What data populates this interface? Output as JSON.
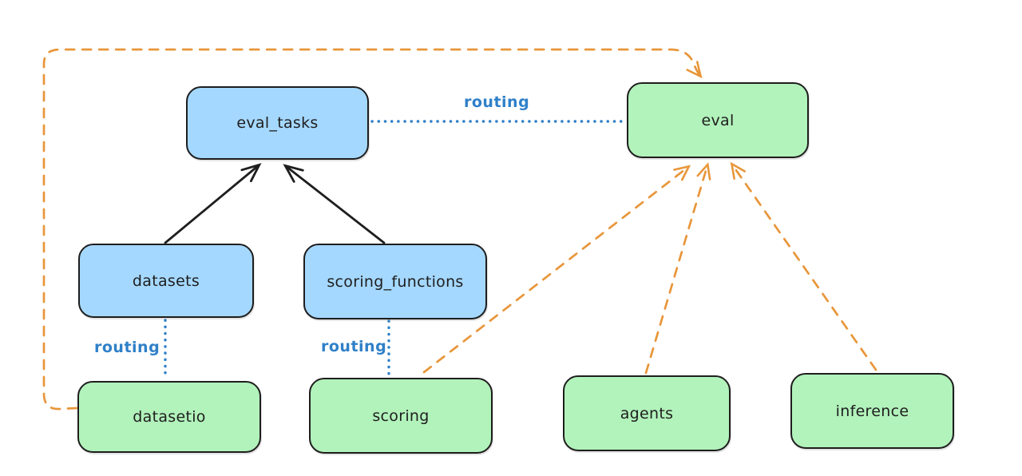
{
  "colors": {
    "canvas_bg": "#ffffff",
    "node_stroke": "#1e1e1e",
    "node_blue_fill": "#a5d8ff",
    "node_green_fill": "#b2f2bb",
    "routing_blue": "#2f80c8",
    "edge_orange": "#e8963a",
    "edge_black": "#1e1e1e"
  },
  "diagram": {
    "nodes": {
      "eval_tasks": {
        "label": "eval_tasks",
        "fill": "#a5d8ff"
      },
      "eval": {
        "label": "eval",
        "fill": "#b2f2bb"
      },
      "datasets": {
        "label": "datasets",
        "fill": "#a5d8ff"
      },
      "scoring_functions": {
        "label": "scoring_functions",
        "fill": "#a5d8ff"
      },
      "datasetio": {
        "label": "datasetio",
        "fill": "#b2f2bb"
      },
      "scoring": {
        "label": "scoring",
        "fill": "#b2f2bb"
      },
      "agents": {
        "label": "agents",
        "fill": "#b2f2bb"
      },
      "inference": {
        "label": "inference",
        "fill": "#b2f2bb"
      }
    },
    "edge_labels": {
      "routing_eval_tasks_eval": "routing",
      "routing_datasets_datasetio": "routing",
      "routing_scoring_functions_scoring": "routing"
    }
  }
}
